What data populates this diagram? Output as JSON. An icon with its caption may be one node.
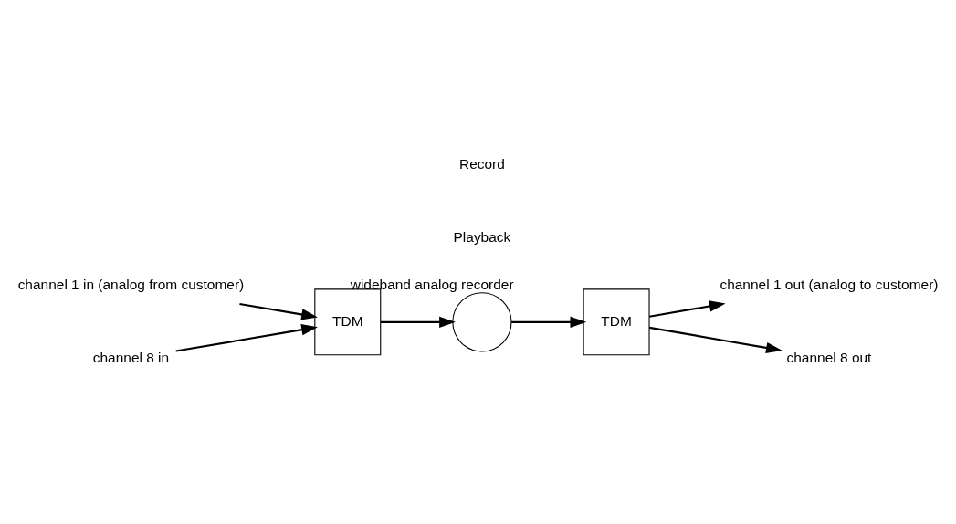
{
  "diagram": {
    "nodes": [
      {
        "text": [
          "channel 1 in (analog from customer)"
        ]
      },
      {
        "text": [
          "channel 8 in"
        ]
      },
      {
        "text": [
          "TDM"
        ]
      },
      {
        "text": [],
        "shape": "circle",
        "beside": [
          "wideband analog recorder"
        ]
      },
      {
        "text": [
          "TDM"
        ]
      },
      {
        "text": [
          "channel 1 out (analog to customer)"
        ]
      },
      {
        "text": [
          "channel 8 out"
        ]
      }
    ],
    "edges": [
      {
        "from": 0,
        "to": 2,
        "arrow": "to"
      },
      {
        "from": 1,
        "to": 2,
        "arrow": "to"
      },
      {
        "from": 2,
        "to": 3,
        "arrow": "to"
      },
      {
        "from": 3,
        "to": 4,
        "arrow": "to"
      },
      {
        "from": 4,
        "to": 5,
        "arrow": "to"
      },
      {
        "from": 4,
        "to": 6,
        "arrow": "to"
      }
    ],
    "labels": [
      "Record",
      "Playback"
    ]
  }
}
